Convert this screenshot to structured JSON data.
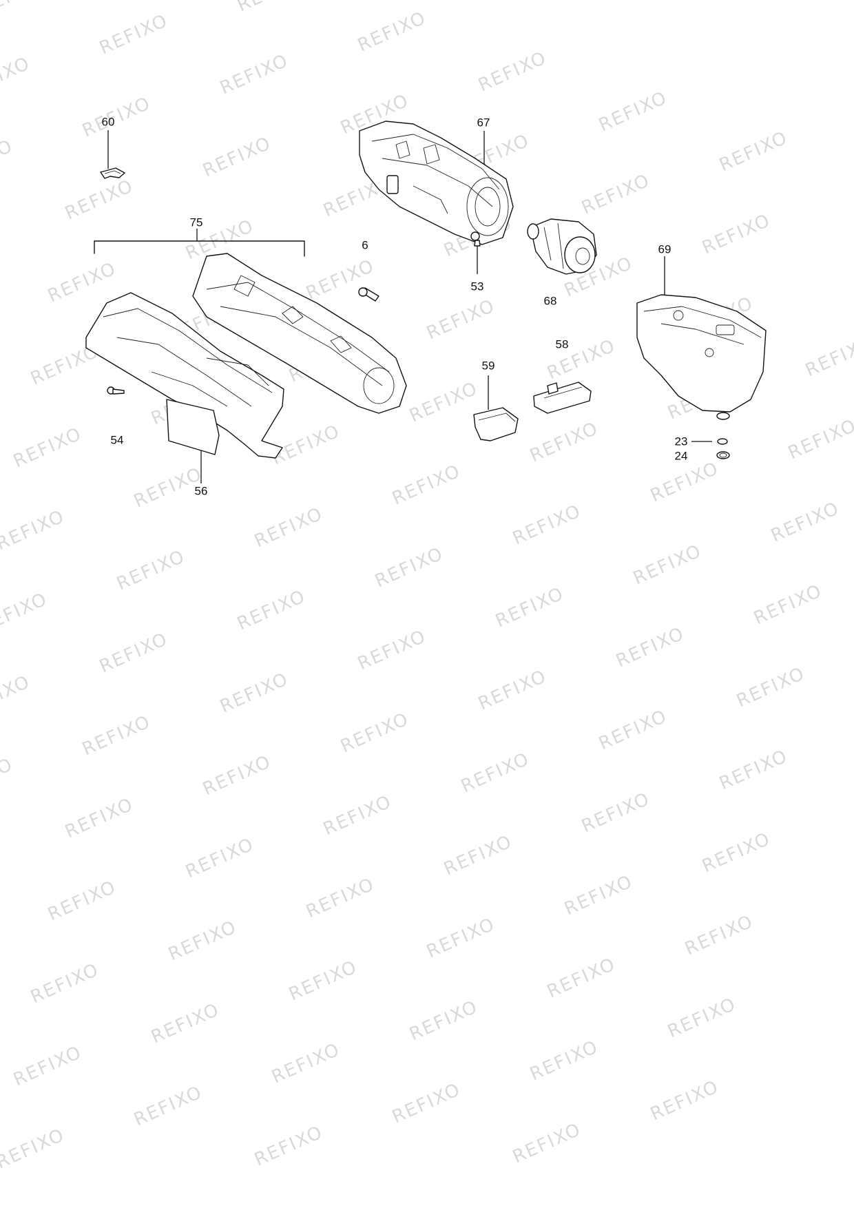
{
  "watermark": {
    "text": "REFIXO"
  },
  "parts": [
    {
      "id": "60",
      "label": "60"
    },
    {
      "id": "67",
      "label": "67"
    },
    {
      "id": "75",
      "label": "75"
    },
    {
      "id": "6",
      "label": "6"
    },
    {
      "id": "53",
      "label": "53"
    },
    {
      "id": "68",
      "label": "68"
    },
    {
      "id": "69",
      "label": "69"
    },
    {
      "id": "58",
      "label": "58"
    },
    {
      "id": "59",
      "label": "59"
    },
    {
      "id": "54",
      "label": "54"
    },
    {
      "id": "56",
      "label": "56"
    },
    {
      "id": "23",
      "label": "23"
    },
    {
      "id": "24",
      "label": "24"
    }
  ]
}
